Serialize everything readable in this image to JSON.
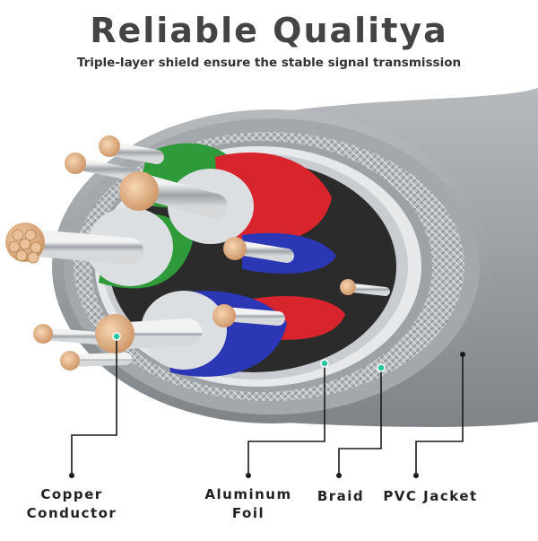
{
  "header": {
    "title": "Reliable Qualitya",
    "subtitle": "Triple-layer shield ensure the stable signal transmission"
  },
  "labels": {
    "copper_line1": "Copper",
    "copper_line2": "Conductor",
    "aluminum_line1": "Aluminum",
    "aluminum_line2": "Foil",
    "braid": "Braid",
    "pvc": "PVC Jacket"
  },
  "colors": {
    "jacket": "#9a9fa3",
    "braid": "#b9bcbf",
    "copper": "#e0b48c",
    "pair_green": "#2f9a3a",
    "pair_red": "#d8242c",
    "pair_blue": "#2b37b5",
    "pointer": "#1a1a1a",
    "marker": "#27c4a0"
  }
}
